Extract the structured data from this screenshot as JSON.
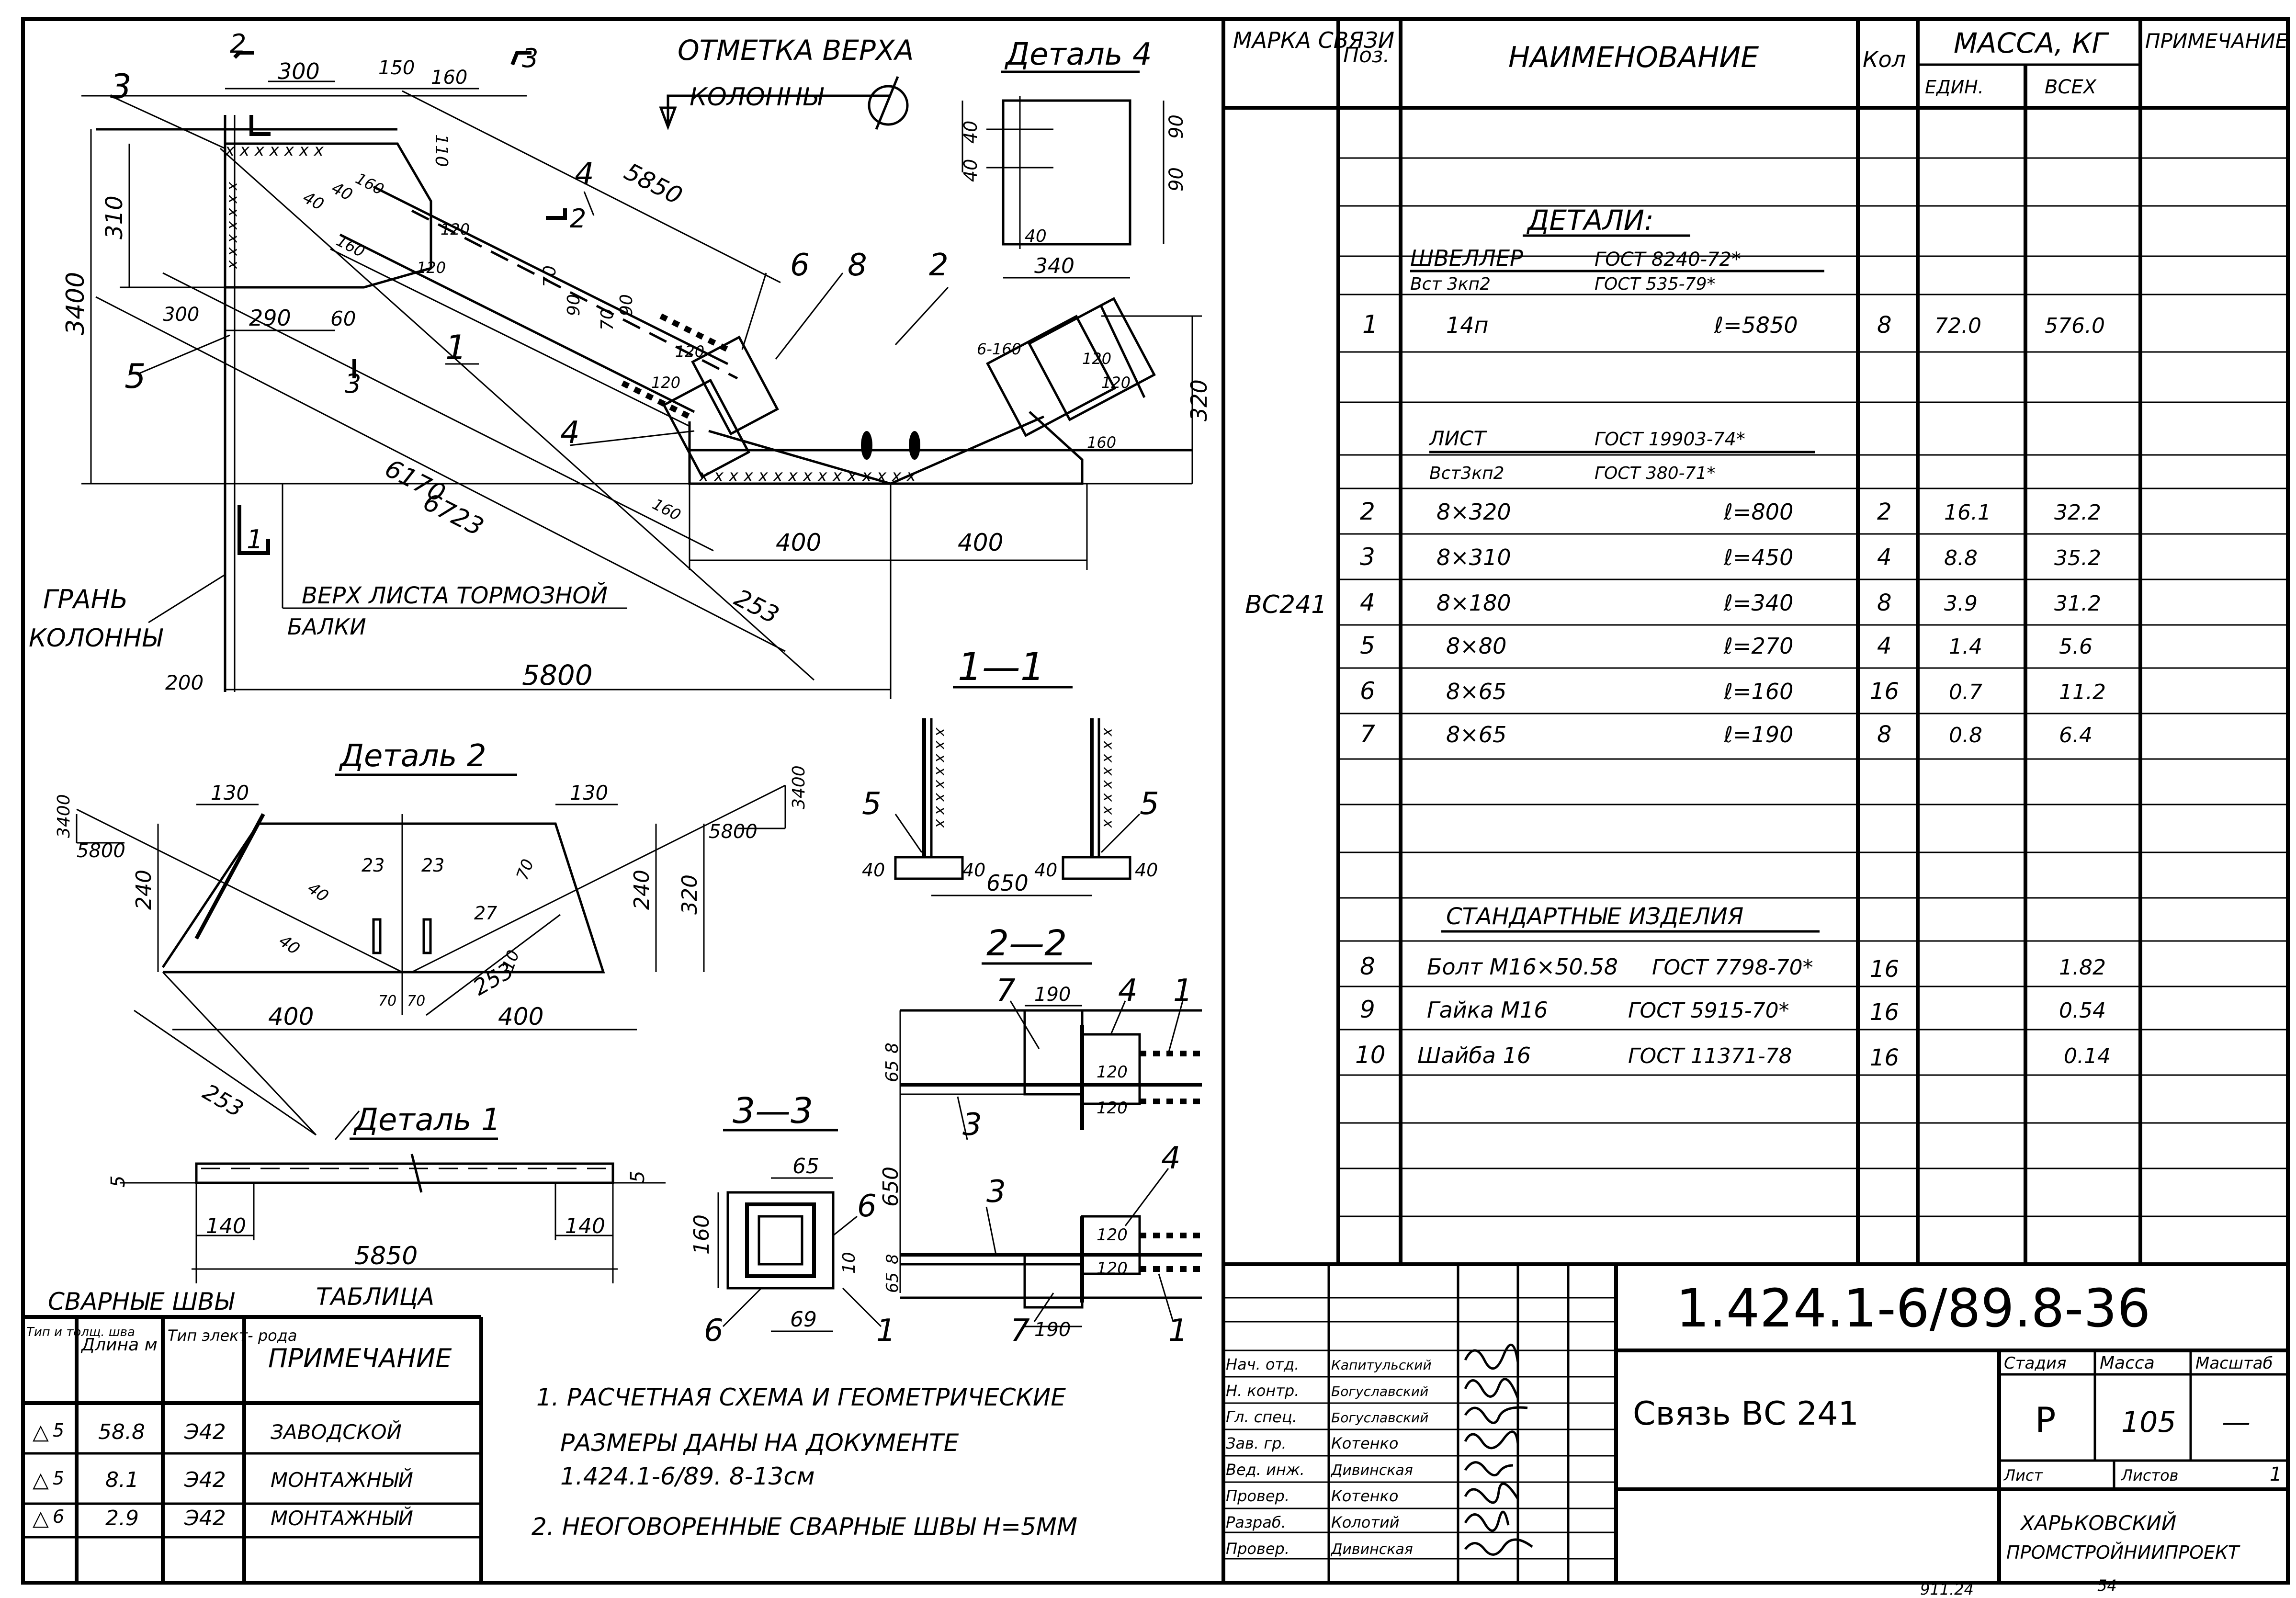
{
  "drawing": {
    "labels": {
      "top_marker": "отметка верха",
      "top_marker_2": "колонны",
      "column_face": "грань",
      "column_face_2": "колонны",
      "brake_top": "верх листа тормозной",
      "brake_top_2": "балки",
      "detail4": "Деталь 4",
      "detail2": "Деталь 2",
      "detail1": "Деталь 1",
      "sec11": "1—1",
      "sec22": "2—2",
      "sec33": "3—3"
    },
    "callouts": {
      "c1": "1",
      "c2": "2",
      "c3": "3",
      "c4": "4",
      "c4b": "4",
      "c5": "5",
      "c6": "6",
      "c8": "8",
      "s1": "1",
      "s2": "2",
      "s3": "3",
      "s2b": "2",
      "s3b": "3",
      "s1b": "1"
    },
    "dims": {
      "d300": "300",
      "d150": "150",
      "d160": "160",
      "d5850": "5850",
      "d310": "310",
      "d3400": "3400",
      "d110": "110",
      "d40a": "40",
      "d40b": "40",
      "d160a": "160",
      "d120a": "120",
      "d120b": "120",
      "d160b": "160",
      "d300b": "300",
      "d290": "290",
      "d60": "60",
      "d70": "70",
      "d90a": "90",
      "d70b": "70",
      "d90b": "90",
      "d120c": "120",
      "d120d": "120",
      "d120e": "120",
      "d120f": "120",
      "d6160": "6-160",
      "d6170": "6170",
      "d6723": "6723",
      "d160c": "160",
      "d160d": "160",
      "d400a": "400",
      "d400b": "400",
      "d253": "253",
      "d320": "320",
      "d5800": "5800",
      "d200": "200",
      "det4_40a": "40",
      "det4_40b": "40",
      "det4_90a": "90",
      "det4_90b": "90",
      "det4_40c": "40",
      "det4_340": "340"
    },
    "detail2": {
      "d130a": "130",
      "d130b": "130",
      "d3400a": "3400",
      "d5800a": "5800",
      "d3400b": "3400",
      "d5800b": "5800",
      "d240a": "240",
      "d40": "40",
      "d40b": "40",
      "d23a": "23",
      "d23b": "23",
      "d27": "27",
      "d70": "70",
      "d10": "10",
      "d240b": "240",
      "d320": "320",
      "d70a": "70",
      "d70b": "70",
      "d253a": "253",
      "d400a": "400",
      "d400b": "400",
      "d253b": "253"
    },
    "detail1": {
      "d5a": "5",
      "d5b": "5",
      "d140a": "140",
      "d140b": "140",
      "d5850": "5850"
    },
    "sec11": {
      "c5a": "5",
      "c5b": "5",
      "d40a": "40",
      "d40b": "40",
      "d40c": "40",
      "d40d": "40",
      "d650": "650"
    },
    "sec22": {
      "c7": "7",
      "c4": "4",
      "c1": "1",
      "d190": "190",
      "d120a": "120",
      "d120b": "120",
      "d8": "8",
      "d65": "65",
      "c3": "3",
      "d650": "650",
      "c3b": "3",
      "c4b": "4",
      "d120c": "120",
      "d120d": "120",
      "d8b": "8",
      "d65b": "65",
      "c7b": "7",
      "d190b": "190",
      "c1b": "1"
    },
    "sec33": {
      "d65": "65",
      "d160": "160",
      "c6a": "6",
      "c6b": "6",
      "d69": "69",
      "c1": "1",
      "d10": "10"
    }
  },
  "welds": {
    "title": "Сварные швы",
    "title2": "Таблица",
    "headers": [
      "Тип и толщ. шва",
      "Длина м",
      "Тип элект- рода",
      "Примечание"
    ],
    "rows": [
      {
        "type": "5",
        "len": "58.8",
        "el": "Э42",
        "note": "Заводской"
      },
      {
        "type": "5",
        "len": "8.1",
        "el": "Э42",
        "note": "Монтажный"
      },
      {
        "type": "6",
        "len": "2.9",
        "el": "Э42",
        "note": "Монтажный"
      }
    ]
  },
  "notes": {
    "n1a": "1. Расчетная схема и геометрические",
    "n1b": "размеры даны на документе",
    "n1c": "1.424.1-6/89. 8-13см",
    "n2": "2. Неоговоренные сварные швы h=5мм"
  },
  "spec": {
    "headers": {
      "mark": "Марка связи",
      "pos": "Поз.",
      "name": "Наименование",
      "qty": "Кол",
      "mass": "Масса, кг",
      "unit": "един.",
      "total": "всех",
      "note": "Примечание"
    },
    "mark": "ВС241",
    "details_title": "Детали:",
    "channel_a": "Швеллер",
    "channel_b": "ГОСТ 8240-72*",
    "channel_c": "Вст 3кп2",
    "channel_d": "ГОСТ 535-79*",
    "sheet_a": "Лист",
    "sheet_b": "ГОСТ 19903-74*",
    "sheet_c": "Вст3кп2",
    "sheet_d": "ГОСТ 380-71*",
    "std_title": "Стандартные изделия",
    "rows": [
      {
        "pos": "1",
        "size": "14п",
        "len": "ℓ=5850",
        "qty": "8",
        "unit": "72.0",
        "total": "576.0"
      },
      {
        "pos": "2",
        "size": "8×320",
        "len": "ℓ=800",
        "qty": "2",
        "unit": "16.1",
        "total": "32.2"
      },
      {
        "pos": "3",
        "size": "8×310",
        "len": "ℓ=450",
        "qty": "4",
        "unit": "8.8",
        "total": "35.2"
      },
      {
        "pos": "4",
        "size": "8×180",
        "len": "ℓ=340",
        "qty": "8",
        "unit": "3.9",
        "total": "31.2"
      },
      {
        "pos": "5",
        "size": "8×80",
        "len": "ℓ=270",
        "qty": "4",
        "unit": "1.4",
        "total": "5.6"
      },
      {
        "pos": "6",
        "size": "8×65",
        "len": "ℓ=160",
        "qty": "16",
        "unit": "0.7",
        "total": "11.2"
      },
      {
        "pos": "7",
        "size": "8×65",
        "len": "ℓ=190",
        "qty": "8",
        "unit": "0.8",
        "total": "6.4"
      }
    ],
    "std": [
      {
        "pos": "8",
        "name": "Болт М16×50.58",
        "gost": "ГОСТ 7798-70*",
        "qty": "16",
        "total": "1.82"
      },
      {
        "pos": "9",
        "name": "Гайка М16",
        "gost": "ГОСТ 5915-70*",
        "qty": "16",
        "total": "0.54"
      },
      {
        "pos": "10",
        "name": "Шайба 16",
        "gost": "ГОСТ 11371-78",
        "qty": "16",
        "total": "0.14"
      }
    ]
  },
  "stamp": {
    "code": "1.424.1-6/89.8-36",
    "title": "Связь ВС 241",
    "stage_h": "Стадия",
    "mass_h": "Масса",
    "scale_h": "Масштаб",
    "stage": "Р",
    "mass": "105",
    "scale": "—",
    "sheet_h": "Лист",
    "sheets_h": "Листов",
    "sheets": "1",
    "org1": "Харьковский",
    "org2": "Промстройниипроект",
    "roles": [
      {
        "role": "Нач. отд.",
        "name": "Капитульский"
      },
      {
        "role": "Н. контр.",
        "name": "Богуславский"
      },
      {
        "role": "Гл. спец.",
        "name": "Богуславский"
      },
      {
        "role": "Зав. гр.",
        "name": "Котенко"
      },
      {
        "role": "Вед. инж.",
        "name": "Дивинская"
      },
      {
        "role": "Провер.",
        "name": "Котенко"
      },
      {
        "role": "Разраб.",
        "name": "Колотий"
      },
      {
        "role": "Провер.",
        "name": "Дивинская"
      }
    ],
    "footer_a": "911.24",
    "footer_b": "54"
  }
}
